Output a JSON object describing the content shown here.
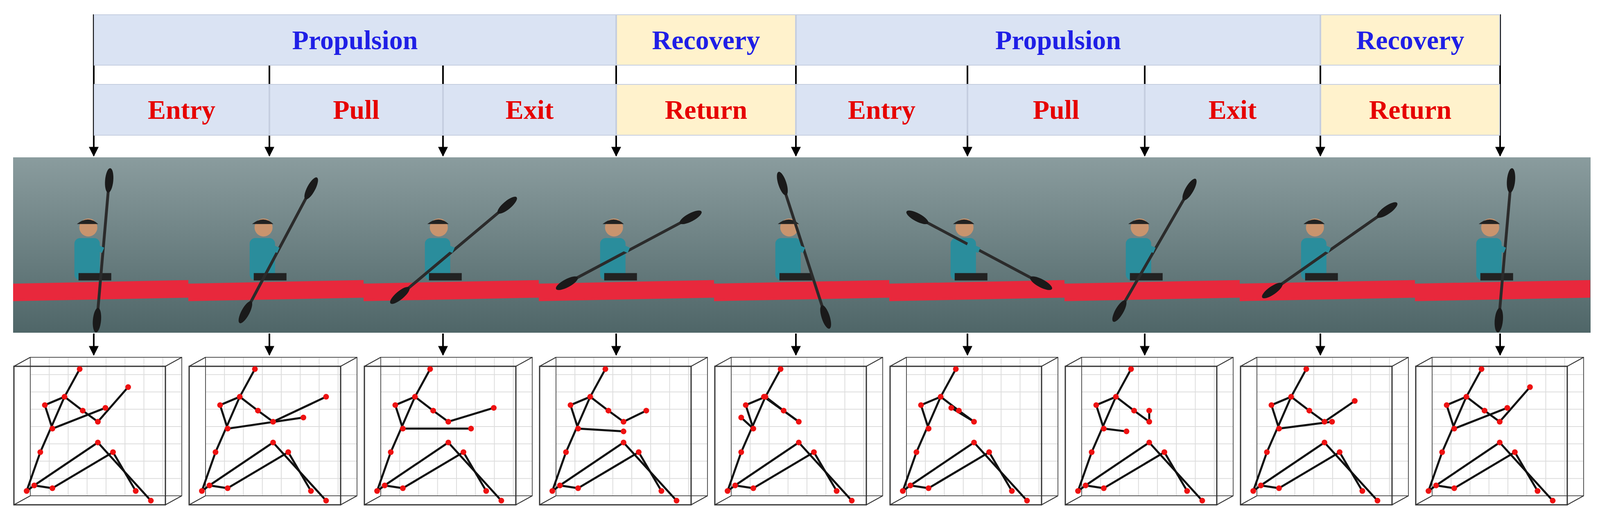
{
  "diagram": {
    "nodes": [
      {
        "text": [
          "Propulsion"
        ]
      },
      {
        "text": [
          "Recovery"
        ]
      },
      {
        "text": [
          "Propulsion"
        ]
      },
      {
        "text": [
          "Recovery"
        ]
      },
      {
        "text": [
          "Entry"
        ]
      },
      {
        "text": [
          "Pull"
        ]
      },
      {
        "text": [
          "Exit"
        ]
      },
      {
        "text": [
          "Return"
        ]
      },
      {
        "text": [
          "Entry"
        ]
      },
      {
        "text": [
          "Pull"
        ]
      },
      {
        "text": [
          "Exit"
        ]
      },
      {
        "text": [
          "Return"
        ]
      }
    ]
  }
}
